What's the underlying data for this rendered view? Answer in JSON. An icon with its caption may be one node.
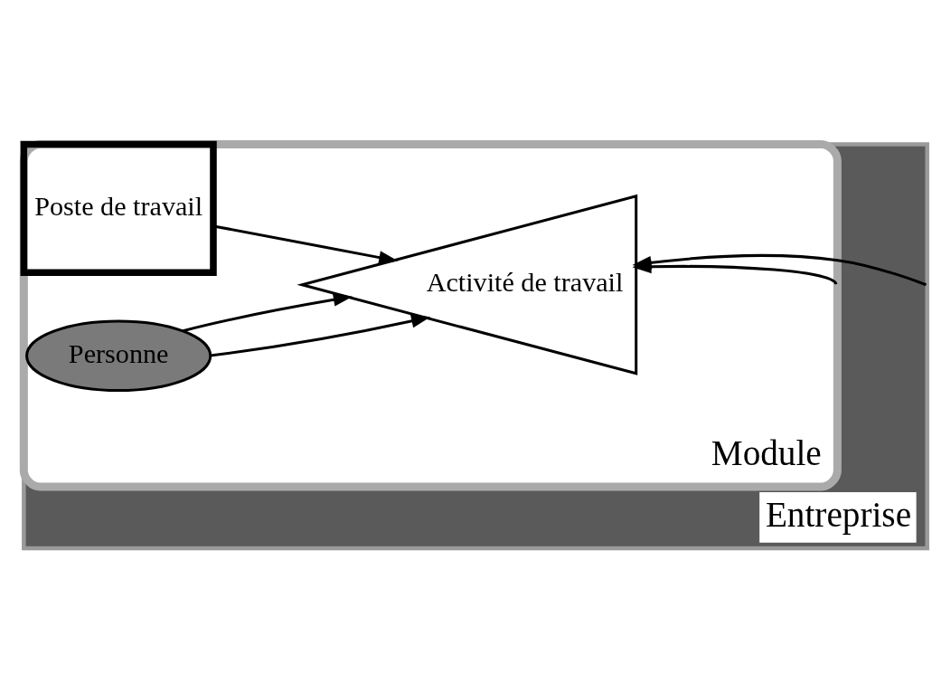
{
  "diagram": {
    "nodes": [
      {
        "text": [
          "Entreprise"
        ]
      },
      {
        "text": [
          "Module"
        ],
        "in": 0
      },
      {
        "text": [
          "Poste de travail"
        ],
        "in": 1
      },
      {
        "text": [
          "Activité de travail"
        ],
        "in": 1
      },
      {
        "text": [
          "Personne"
        ],
        "in": 1
      }
    ],
    "edges": [
      {
        "from": 2,
        "to": 3,
        "arrow": "to"
      },
      {
        "from": 4,
        "to": 3,
        "arrow": "to"
      },
      {
        "from": 4,
        "to": 3,
        "arrow": "to"
      },
      {
        "from": 1,
        "to": 3,
        "arrow": "to"
      },
      {
        "from": 0,
        "to": 3,
        "arrow": "to"
      }
    ]
  }
}
